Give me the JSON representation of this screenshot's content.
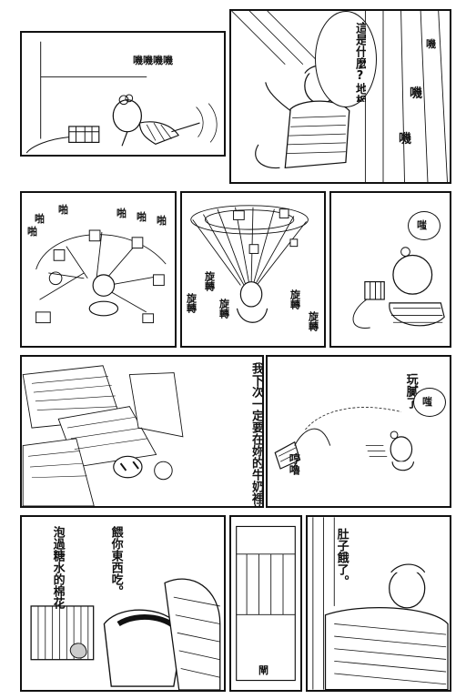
{
  "panels": {
    "p1": {
      "sfx": "嘰嘰嘰嘰"
    },
    "p2": {
      "dialog": "這是什麼?地板的聲音嗎?",
      "sfx1": "嘰",
      "sfx2": "嘰",
      "sfx3": "嘰"
    },
    "p3": {
      "sfx1": "啪",
      "sfx2": "啪",
      "sfx3": "啪",
      "sfx4": "啪",
      "sfx5": "啪",
      "sfx6": "啪"
    },
    "p4": {
      "sfx1": "旋轉",
      "sfx2": "旋轉",
      "sfx3": "旋轉",
      "sfx4": "旋轉",
      "sfx5": "旋轉"
    },
    "p5": {
      "sfx": "嗤"
    },
    "p6": {
      "dialog": "我下次一定要在妳的牛奶裡放辣椒醬,辣死妳。"
    },
    "p7": {
      "dialog": "玩膩了",
      "sfx1": "嗤",
      "sfx2": "哼",
      "sfx3": "嚕"
    },
    "p8": {
      "dialog1": "餵你東西吃。",
      "dialog2": "泡過糖水的棉花"
    },
    "p9": {
      "sign": "閘"
    },
    "p10": {
      "dialog": "肚子餓了。"
    }
  }
}
